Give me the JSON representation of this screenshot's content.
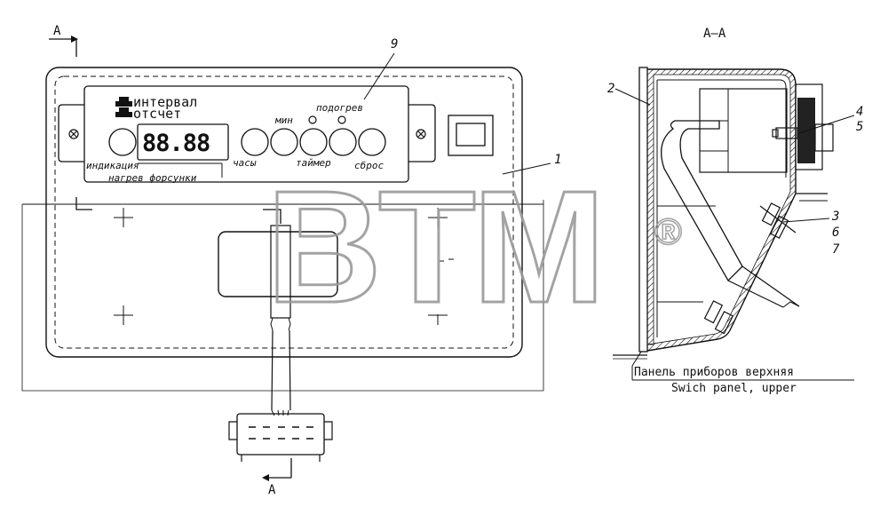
{
  "section": {
    "marker": "A",
    "view_title": "А–А"
  },
  "panel": {
    "line1": "интервал",
    "line2": "отсчет",
    "display": "88.88",
    "mins": "мин",
    "heat": "подогрев",
    "indication": "индикация",
    "clock": "часы",
    "timer": "таймер",
    "reset": "сброс",
    "nozzle_heat": "нагрев форсунки"
  },
  "callouts": {
    "c1": "1",
    "c2": "2",
    "c3": "3",
    "c4": "4",
    "c5": "5",
    "c6": "6",
    "c7": "7",
    "c9": "9"
  },
  "caption": {
    "ru": "Панель приборов верхняя",
    "en": "Swich panel, upper"
  },
  "watermark": {
    "text": "BTM",
    "mark": "®"
  },
  "colors": {
    "ink": "#111111",
    "paper": "#ffffff",
    "watermark": "#d2d2d2"
  }
}
